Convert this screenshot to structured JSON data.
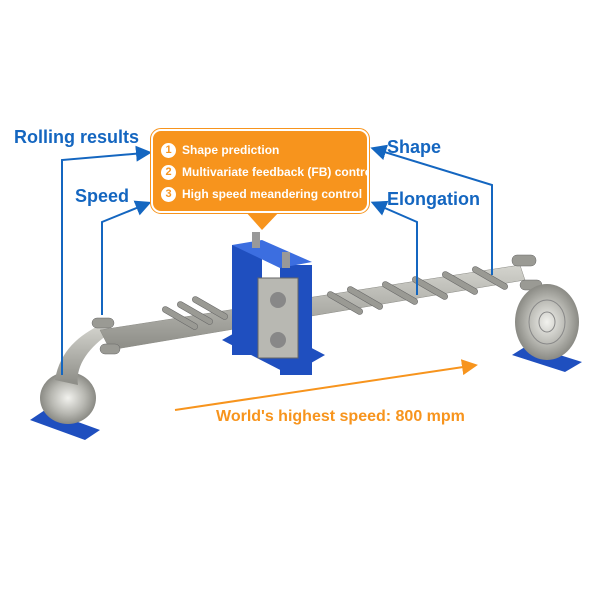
{
  "labels": {
    "rolling_results": "Rolling results",
    "speed": "Speed",
    "shape": "Shape",
    "elongation": "Elongation"
  },
  "callout": {
    "items": [
      {
        "number": "1",
        "text": "Shape prediction"
      },
      {
        "number": "2",
        "text": "Multivariate feedback (FB) control"
      },
      {
        "number": "3",
        "text": "High speed meandering control"
      }
    ]
  },
  "speed_caption": "World's highest speed: 800 mpm",
  "colors": {
    "blue": "#1466c0",
    "orange": "#f7941d",
    "machine_blue": "#1f4fbf",
    "steel": "#a8a8a0"
  }
}
